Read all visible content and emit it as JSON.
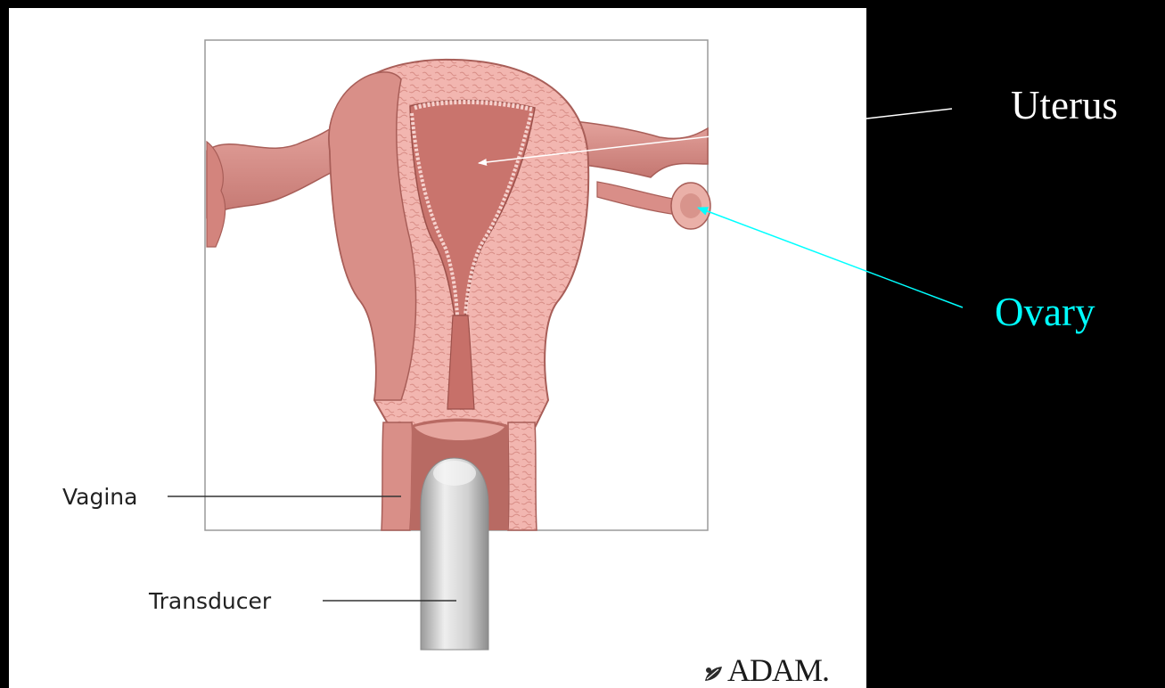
{
  "labels": {
    "uterus": "Uterus",
    "ovary": "Ovary",
    "vagina": "Vagina",
    "transducer": "Transducer"
  },
  "logo": {
    "text": "ADAM."
  },
  "colors": {
    "background": "#000000",
    "panel": "#ffffff",
    "uterus_label": "#ffffff",
    "ovary_label": "#00ffff",
    "tissue": "#e9a09c",
    "tissue_dark": "#c87872",
    "tissue_light": "#f4c2bd",
    "probe": "#d9d9d9"
  },
  "icons": {
    "logo_mark": "leaf-icon"
  }
}
